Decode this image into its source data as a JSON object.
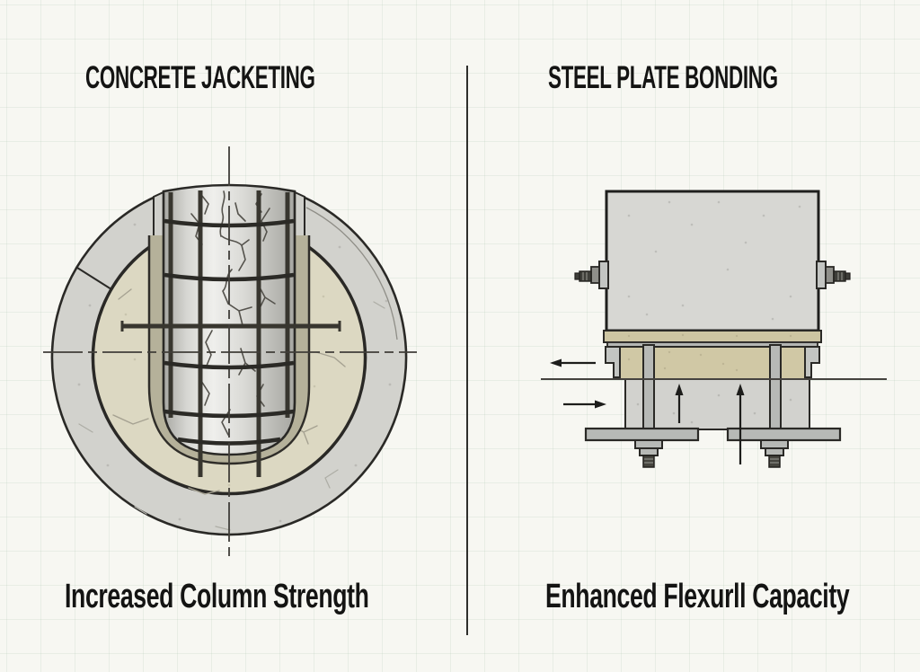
{
  "left_panel": {
    "title": "CONCRETE JACKETING",
    "caption": "Increased Column Strength"
  },
  "right_panel": {
    "title": "STEEL PLATE BONDING",
    "caption": "Enhanced Flexurll Capacity"
  },
  "colors": {
    "background": "#f7f7f2",
    "grid_line": "#dde6dc",
    "ink": "#141413",
    "outline": "#2a2926",
    "concrete_gray": "#d6d6d2",
    "jacket_gray": "#d2d2cd",
    "infill_beige": "#dcd8c2",
    "pocket_olive": "#b5b19a",
    "adhesive_tan": "#d0c8a5",
    "steel_gray": "#b7b9b6",
    "bolt_dark": "#45443e"
  }
}
